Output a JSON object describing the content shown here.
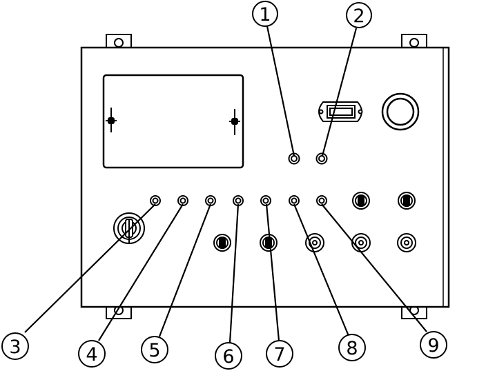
{
  "colors": {
    "stroke": "#000000",
    "background": "#ffffff",
    "shade": "#9a9a9a"
  },
  "panel": {
    "elements": [
      "mounting-tabs",
      "enclosure",
      "hinged-cover",
      "digital-display",
      "large-push-button",
      "key-switch",
      "indicator-lamps",
      "toggle-switches",
      "selector-knobs"
    ]
  },
  "callouts": [
    {
      "label": "1"
    },
    {
      "label": "2"
    },
    {
      "label": "3"
    },
    {
      "label": "4"
    },
    {
      "label": "5"
    },
    {
      "label": "6"
    },
    {
      "label": "7"
    },
    {
      "label": "8"
    },
    {
      "label": "9"
    }
  ]
}
